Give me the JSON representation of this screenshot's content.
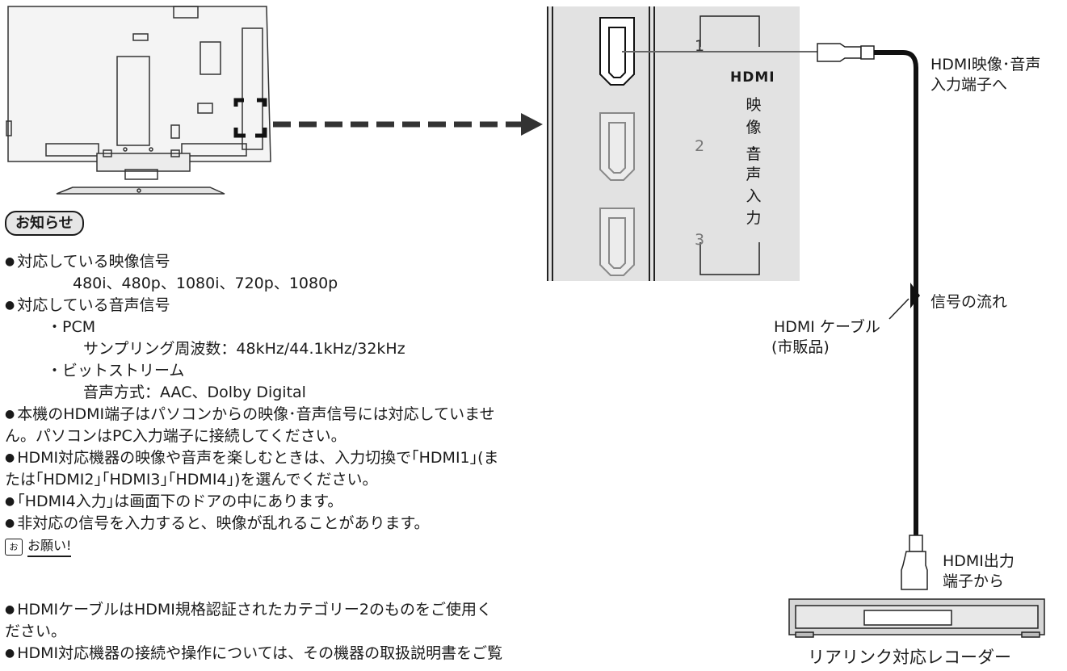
{
  "notice": {
    "title": "お知らせ",
    "bullets": [
      "対応している映像信号",
      "480i、480p、1080i、720p、1080p",
      "対応している音声信号",
      "・PCM",
      "サンプリング周波数：48kHz/44.1kHz/32kHz",
      "・ビットストリーム",
      "音声方式：AAC、Dolby Digital",
      "本機のHDMI端子はパソコンからの映像･音声信号には対応していませ",
      "ん。パソコンはPC入力端子に接続してください。",
      "HDMI対応機器の映像や音声を楽しむときは、入力切換で｢HDMI1｣(ま",
      "たは｢HDMI2｣｢HDMI3｣｢HDMI4｣)を選んでください。",
      "｢HDMI4入力｣は画面下のドアの中にあります。",
      "非対応の信号を入力すると、映像が乱れることがあります。"
    ]
  },
  "request": {
    "icon": "お",
    "title": "お願い!",
    "lines": [
      "HDMIケーブルはHDMI規格認証されたカテゴリー2のものをご使用く",
      "ださい。",
      "HDMI対応機器の接続や操作については、その機器の取扱説明書をご覧"
    ]
  },
  "panel": {
    "port_numbers": [
      "1",
      "2",
      "3"
    ],
    "logo": "HDMI",
    "vertical_label": [
      "映",
      "像",
      "・",
      "音",
      "声",
      "入",
      "力"
    ]
  },
  "labels": {
    "hdmi_input": [
      "HDMI映像･音声",
      "入力端子へ"
    ],
    "signal_flow": "信号の流れ",
    "cable": [
      "HDMI ケーブル",
      "(市販品)"
    ],
    "hdmi_output": [
      "HDMI出力",
      "端子から"
    ],
    "recorder": "リアリンク対応レコーダー"
  }
}
